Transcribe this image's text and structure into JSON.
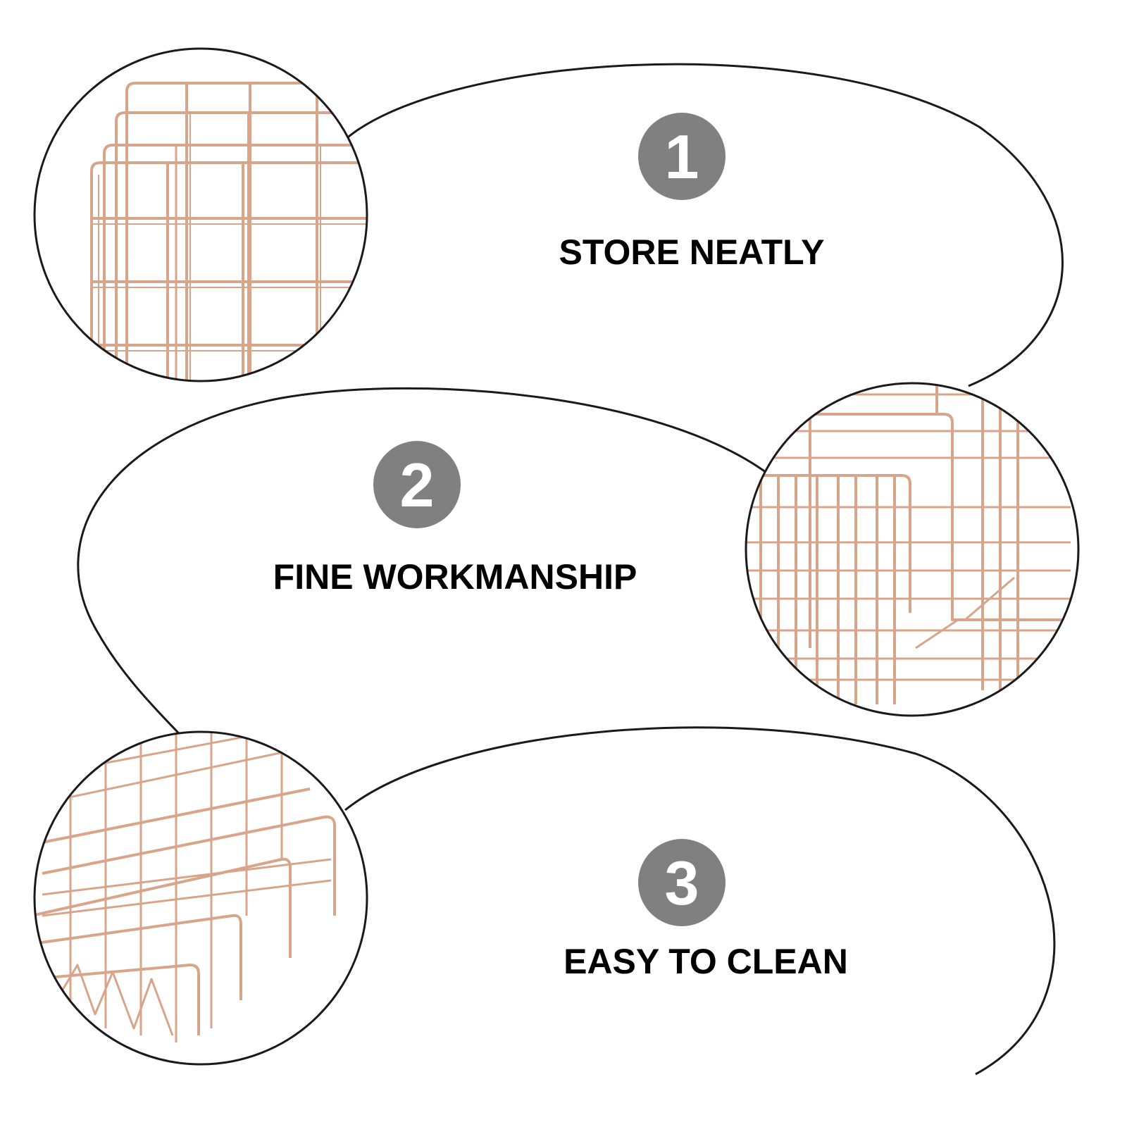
{
  "colors": {
    "badge": "#808080",
    "outline": "#1a1a1a",
    "wire": "#d9a58a",
    "wire_light": "#eccbb9",
    "text": "#000000",
    "background": "#ffffff"
  },
  "features": [
    {
      "number": "1",
      "label": "STORE NEATLY"
    },
    {
      "number": "2",
      "label": "FINE WORKMANSHIP"
    },
    {
      "number": "3",
      "label": "EASY TO CLEAN"
    }
  ],
  "images": [
    {
      "name": "rose-gold-wire-file-holder-front-closeup"
    },
    {
      "name": "rose-gold-wire-file-holder-side-closeup"
    },
    {
      "name": "rose-gold-wire-file-holder-angled-closeup"
    }
  ]
}
